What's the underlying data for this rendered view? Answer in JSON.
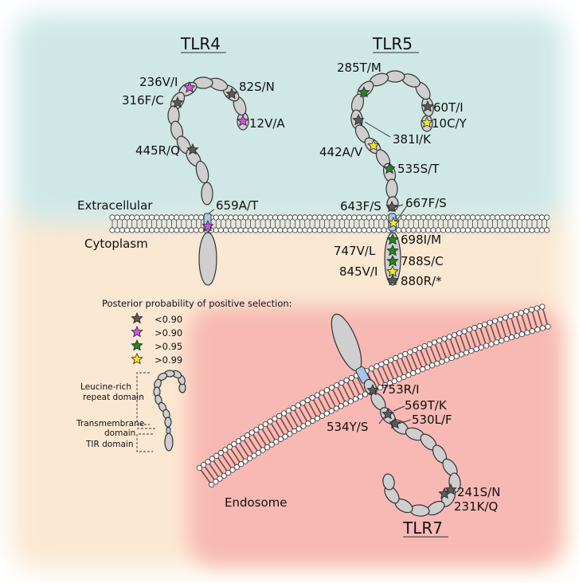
{
  "regions": {
    "extracellular": "Extracellular",
    "cytoplasm": "Cytoplasm",
    "endosome": "Endosome"
  },
  "receptors": [
    {
      "name": "TLR4",
      "mutations": [
        "236V/I",
        "82S/N",
        "316F/C",
        "12V/A",
        "445R/Q",
        "659A/T"
      ]
    },
    {
      "name": "TLR5",
      "mutations": [
        "285T/M",
        "60T/I",
        "10C/Y",
        "381I/K",
        "442A/V",
        "535S/T",
        "643F/S",
        "667F/S",
        "698I/M",
        "747V/L",
        "788S/C",
        "845V/I",
        "880R/*"
      ]
    },
    {
      "name": "TLR7",
      "mutations": [
        "753R/I",
        "569T/K",
        "530L/F",
        "534Y/S",
        "241S/N",
        "231K/Q"
      ]
    }
  ],
  "legend": {
    "title": "Posterior probability of positive selection:",
    "items": [
      {
        "label": "<0.90",
        "color": "#5a5a5a"
      },
      {
        "label": ">0.90",
        "color": "#cc55e0"
      },
      {
        "label": ">0.95",
        "color": "#1f8a1f"
      },
      {
        "label": ">0.99",
        "color": "#f4e629"
      }
    ]
  },
  "domains": {
    "lrr": [
      "Leucine-rich",
      "repeat domain"
    ],
    "tm": [
      "Transmembrane",
      "domain"
    ],
    "tir": "TIR domain"
  },
  "colors": {
    "extracellular_bg": "#cfe8e6",
    "cytoplasm_bg": "#fbe8d2",
    "endosome_bg": "#f8b9b4",
    "segment": "#cfcfcf",
    "transmembrane": "#a9c6e8"
  }
}
